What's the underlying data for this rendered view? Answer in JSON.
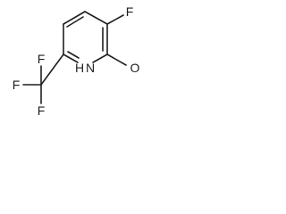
{
  "molecule": {
    "atoms": {
      "fluorine_3": "F",
      "oxygen": "O",
      "nitrogen_h": "H",
      "nitrogen": "N",
      "cf3_f_top": "F",
      "cf3_f_left": "F",
      "cf3_f_bottom": "F"
    }
  }
}
